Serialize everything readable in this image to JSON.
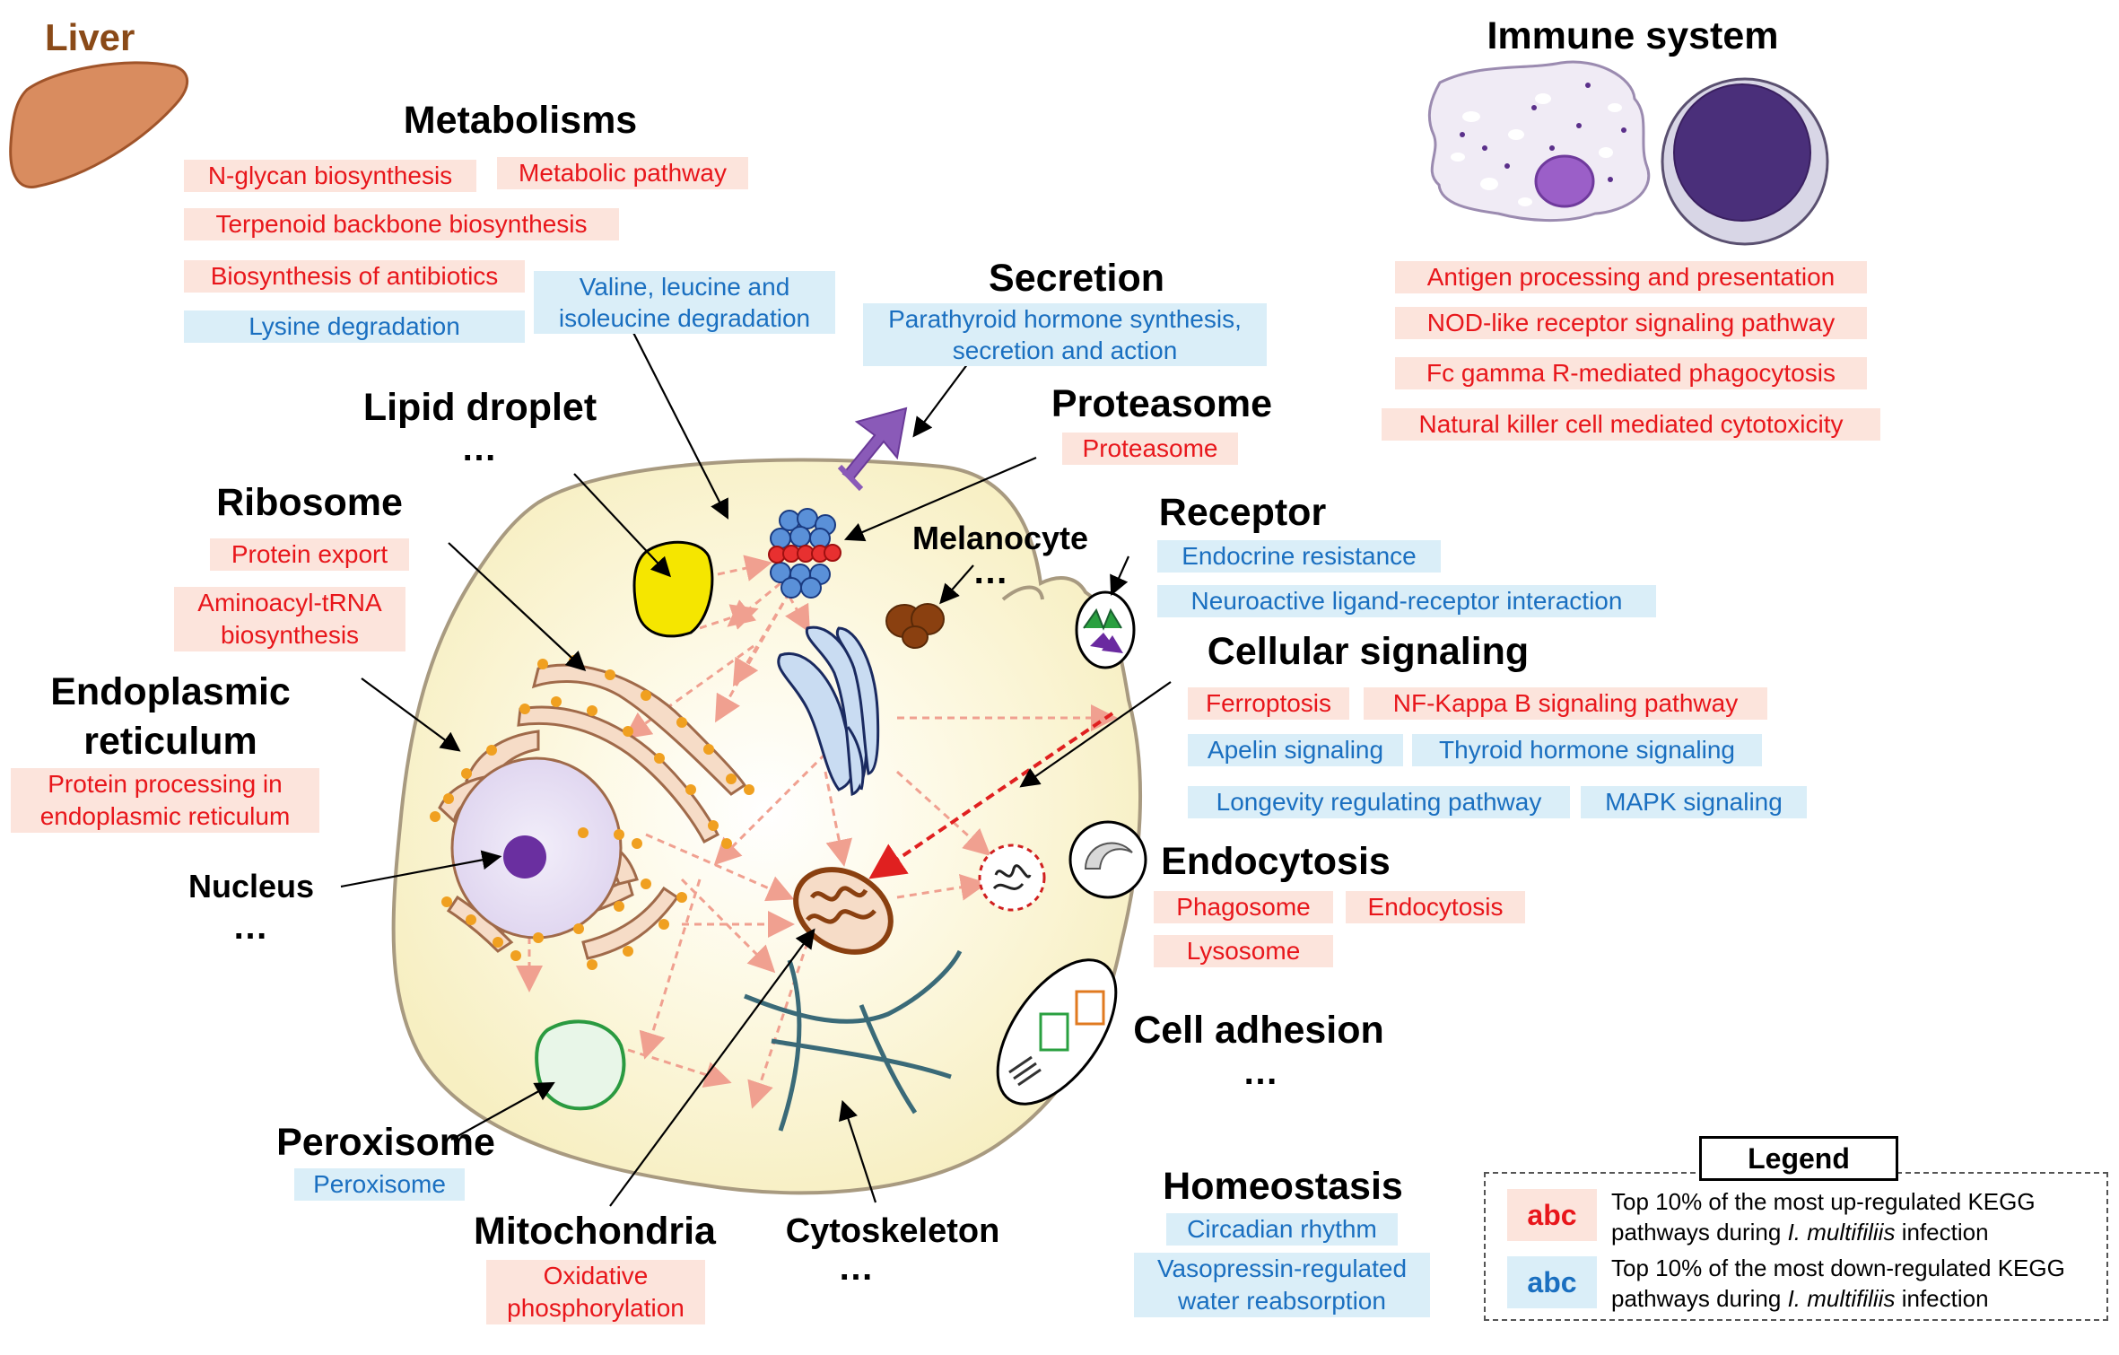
{
  "colors": {
    "up_bg": "#fce4dc",
    "up_text": "#e8161b",
    "down_bg": "#daeef8",
    "down_text": "#1a6fc0",
    "cell_fill": "#fcf7d7",
    "liver": "#d98c5f"
  },
  "liver_label": "Liver",
  "immune": {
    "title": "Immune system",
    "pathways": [
      {
        "label": "Antigen processing and presentation",
        "reg": "up"
      },
      {
        "label": "NOD-like receptor signaling pathway",
        "reg": "up"
      },
      {
        "label": "Fc gamma R-mediated phagocytosis",
        "reg": "up"
      },
      {
        "label": "Natural killer cell mediated cytotoxicity",
        "reg": "up"
      }
    ]
  },
  "metabolisms": {
    "title": "Metabolisms",
    "pathways": [
      {
        "label": "N-glycan biosynthesis",
        "reg": "up"
      },
      {
        "label": "Metabolic pathway",
        "reg": "up"
      },
      {
        "label": "Terpenoid backbone biosynthesis",
        "reg": "up"
      },
      {
        "label": "Biosynthesis of antibiotics",
        "reg": "up"
      },
      {
        "label": "Lysine degradation",
        "reg": "down"
      },
      {
        "label": "Valine, leucine and",
        "reg": "down"
      },
      {
        "label": "isoleucine degradation",
        "reg": "down"
      }
    ]
  },
  "secretion": {
    "title": "Secretion",
    "line1": "Parathyroid hormone synthesis,",
    "line2": "secretion and action"
  },
  "proteasome": {
    "title": "Proteasome",
    "pathway": "Proteasome"
  },
  "lipid_droplet": {
    "title": "Lipid droplet",
    "more": "…"
  },
  "ribosome": {
    "title": "Ribosome",
    "pathway1": "Protein export",
    "pathway2a": "Aminoacyl-tRNA",
    "pathway2b": "biosynthesis"
  },
  "er": {
    "title1": "Endoplasmic",
    "title2": "reticulum",
    "pathway_a": "Protein processing in",
    "pathway_b": "endoplasmic reticulum"
  },
  "nucleus": {
    "title": "Nucleus",
    "more": "…"
  },
  "melanocyte": {
    "title": "Melanocyte",
    "more": "…"
  },
  "receptor": {
    "title": "Receptor",
    "pathway1": "Endocrine resistance",
    "pathway2": "Neuroactive ligand-receptor interaction"
  },
  "cellular_signaling": {
    "title": "Cellular signaling",
    "ferroptosis": "Ferroptosis",
    "nfkb": "NF-Kappa B signaling pathway",
    "apelin": "Apelin signaling",
    "thyroid": "Thyroid hormone signaling",
    "longevity": "Longevity regulating pathway",
    "mapk": "MAPK signaling"
  },
  "endocytosis": {
    "title": "Endocytosis",
    "phagosome": "Phagosome",
    "endocytosis": "Endocytosis",
    "lysosome": "Lysosome"
  },
  "cell_adhesion": {
    "title": "Cell adhesion",
    "more": "…"
  },
  "homeostasis": {
    "title": "Homeostasis",
    "circadian": "Circadian rhythm",
    "vaso_a": "Vasopressin-regulated",
    "vaso_b": "water reabsorption"
  },
  "peroxisome": {
    "title": "Peroxisome",
    "pathway": "Peroxisome"
  },
  "mitochondria": {
    "title": "Mitochondria",
    "pathway_a": "Oxidative",
    "pathway_b": "phosphorylation"
  },
  "cytoskeleton": {
    "title": "Cytoskeleton",
    "more": "…"
  },
  "legend": {
    "title": "Legend",
    "swatch": "abc",
    "up_line1": "Top 10% of the most up-regulated KEGG",
    "up_line2_pre": "pathways during ",
    "up_line2_species": "I. multifiliis",
    "up_line2_post": " infection",
    "down_line1": "Top 10% of the most down-regulated KEGG",
    "down_line2_pre": "pathways during ",
    "down_line2_species": "I. multifiliis",
    "down_line2_post": " infection"
  }
}
